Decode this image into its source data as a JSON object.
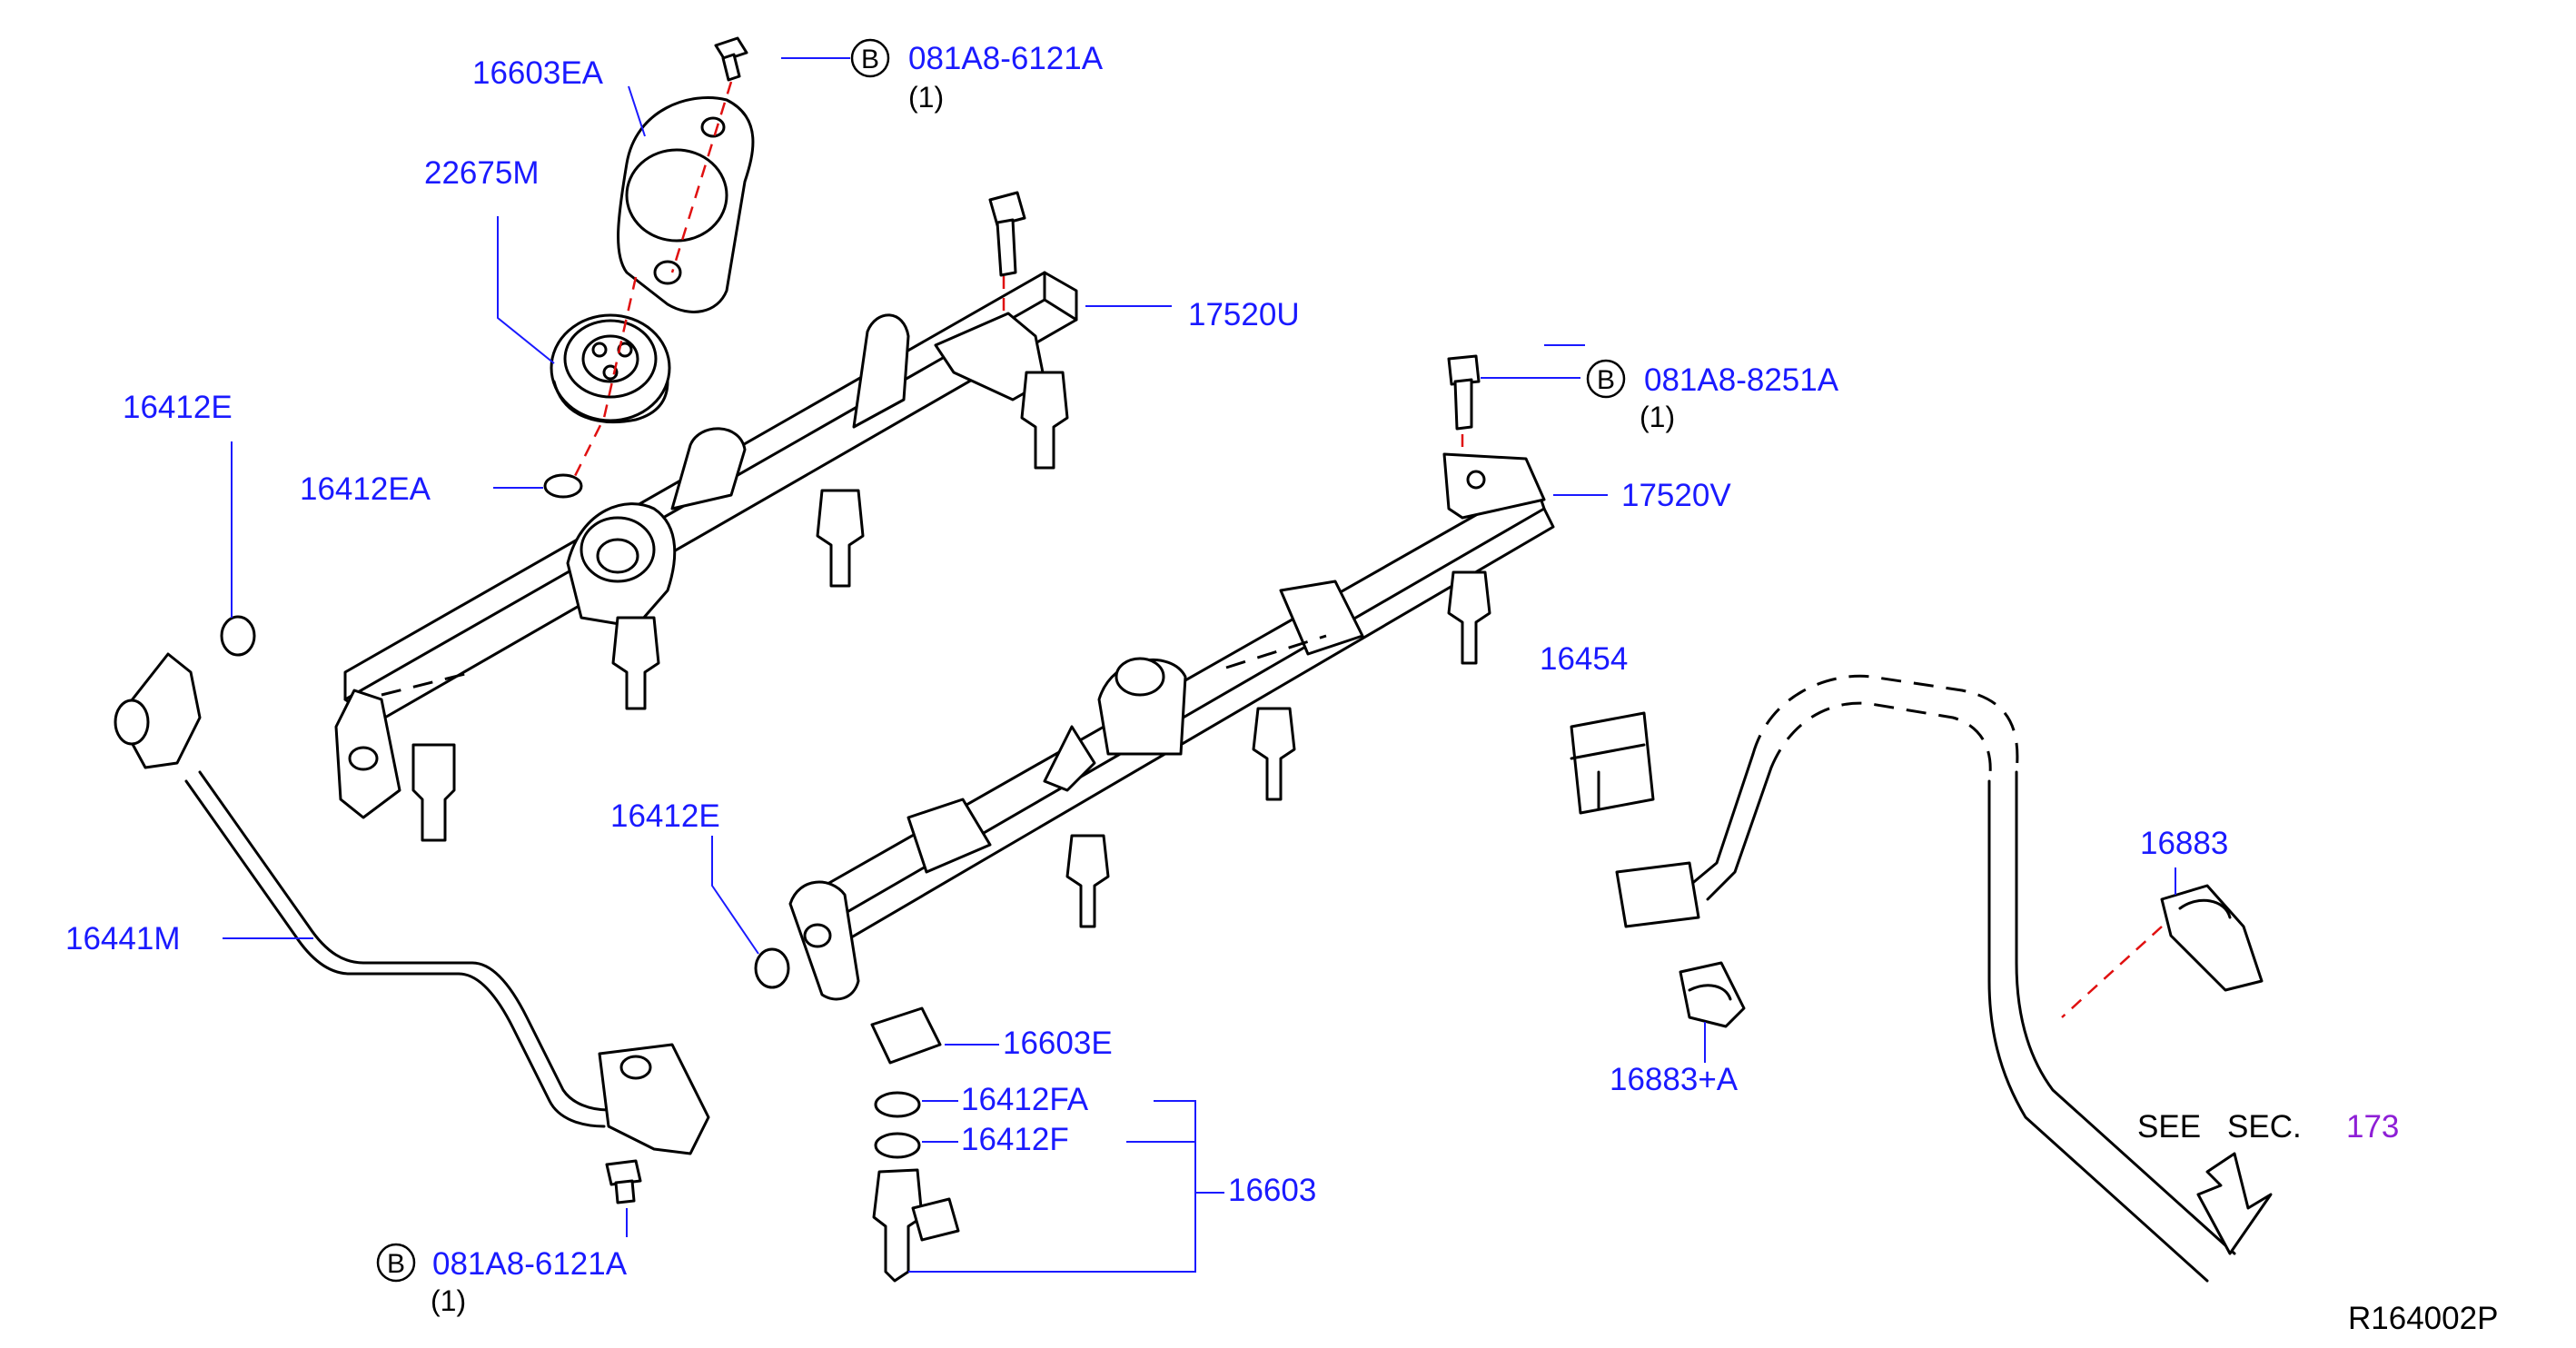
{
  "parts": {
    "p16603EA": "16603EA",
    "p22675M": "22675M",
    "p16412E_top": "16412E",
    "p16412EA": "16412EA",
    "p17520U": "17520U",
    "p17520V": "17520V",
    "p16454": "16454",
    "p16412E_mid": "16412E",
    "p16441M": "16441M",
    "p16603E": "16603E",
    "p16412FA": "16412FA",
    "p16412F": "16412F",
    "p16603": "16603",
    "p16883": "16883",
    "p16883A": "16883+A"
  },
  "bolts": {
    "b1": {
      "symbol": "B",
      "part": "081A8-6121A",
      "qty": "(1)"
    },
    "b2": {
      "symbol": "B",
      "part": "081A8-8251A",
      "qty": "(1)"
    },
    "b3": {
      "symbol": "B",
      "part": "081A8-6121A",
      "qty": "(1)"
    }
  },
  "see_section": {
    "see": "SEE",
    "sec": "SEC.",
    "number": "173"
  },
  "reference_code": "R164002P",
  "colors": {
    "label": "#1a1aff",
    "leader": "#1a1aff",
    "guide": "#e01010",
    "section_ref": "#8e1fd6",
    "line": "#000000"
  }
}
